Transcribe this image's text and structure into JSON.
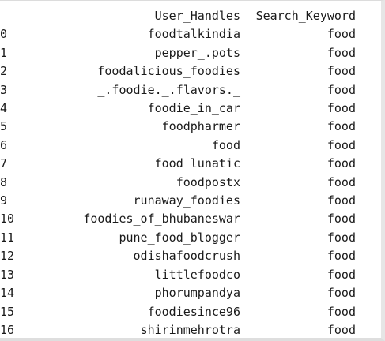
{
  "table": {
    "index_header": "",
    "columns": [
      "User_Handles",
      "Search_Keyword"
    ],
    "rows": [
      {
        "index": "0",
        "handle": "foodtalkindia",
        "keyword": "food"
      },
      {
        "index": "1",
        "handle": "pepper_.pots",
        "keyword": "food"
      },
      {
        "index": "2",
        "handle": "foodalicious_foodies",
        "keyword": "food"
      },
      {
        "index": "3",
        "handle": "_.foodie._.flavors._",
        "keyword": "food"
      },
      {
        "index": "4",
        "handle": "foodie_in_car",
        "keyword": "food"
      },
      {
        "index": "5",
        "handle": "foodpharmer",
        "keyword": "food"
      },
      {
        "index": "6",
        "handle": "food",
        "keyword": "food"
      },
      {
        "index": "7",
        "handle": "food_lunatic",
        "keyword": "food"
      },
      {
        "index": "8",
        "handle": "foodpostx",
        "keyword": "food"
      },
      {
        "index": "9",
        "handle": "runaway_foodies",
        "keyword": "food"
      },
      {
        "index": "10",
        "handle": "foodies_of_bhubaneswar",
        "keyword": "food"
      },
      {
        "index": "11",
        "handle": "pune_food_blogger",
        "keyword": "food"
      },
      {
        "index": "12",
        "handle": "odishafoodcrush",
        "keyword": "food"
      },
      {
        "index": "13",
        "handle": "littlefoodco",
        "keyword": "food"
      },
      {
        "index": "14",
        "handle": "phorumpandya",
        "keyword": "food"
      },
      {
        "index": "15",
        "handle": "foodiesince96",
        "keyword": "food"
      },
      {
        "index": "16",
        "handle": "shirinmehrotra",
        "keyword": "food"
      }
    ]
  }
}
